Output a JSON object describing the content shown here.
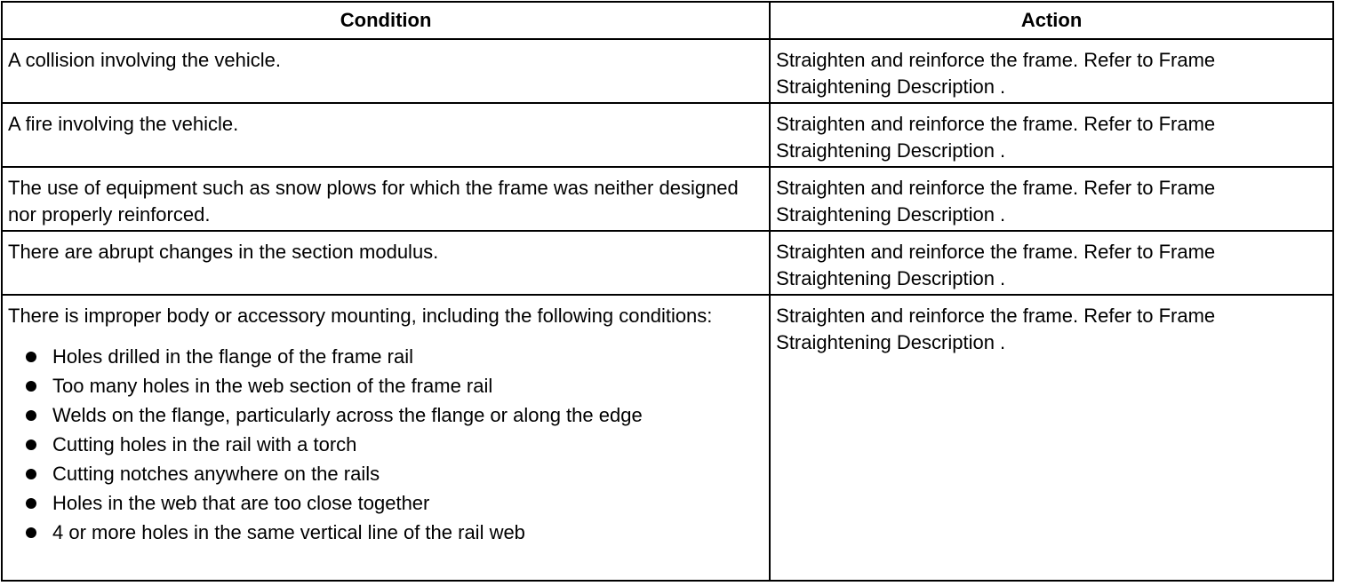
{
  "table": {
    "headers": {
      "condition": "Condition",
      "action": "Action"
    },
    "rows": [
      {
        "condition": "A collision involving the vehicle.",
        "action": "Straighten and reinforce the frame. Refer to Frame Straightening Description ."
      },
      {
        "condition": "A fire involving the vehicle.",
        "action": "Straighten and reinforce the frame. Refer to Frame Straightening Description ."
      },
      {
        "condition": "The use of equipment such as snow plows for which the frame was neither designed nor properly reinforced.",
        "action": "Straighten and reinforce the frame. Refer to Frame Straightening Description ."
      },
      {
        "condition": "There are abrupt changes in the section modulus.",
        "action": "Straighten and reinforce the frame. Refer to Frame Straightening Description ."
      },
      {
        "condition": "There is improper body or accessory mounting, including the following conditions:",
        "bullets": [
          "Holes drilled in the flange of the frame rail",
          "Too many holes in the web section of the frame rail",
          "Welds on the flange, particularly across the flange or along the edge",
          "Cutting holes in the rail with a torch",
          "Cutting notches anywhere on the rails",
          "Holes in the web that are too close together",
          "4 or more holes in the same vertical line of the rail web"
        ],
        "action": "Straighten and reinforce the frame. Refer to Frame Straightening Description ."
      }
    ]
  }
}
